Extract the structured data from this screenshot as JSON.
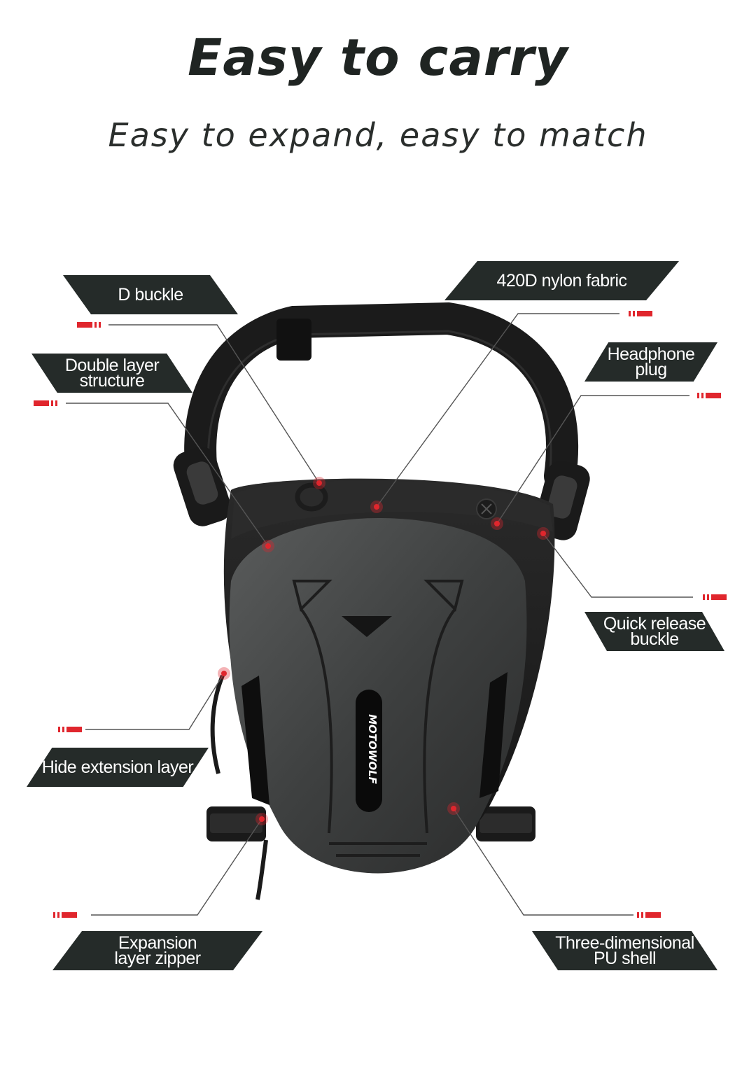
{
  "header": {
    "title": "Easy to carry",
    "subtitle": "Easy to expand, easy to match"
  },
  "product": {
    "brand": "MOTOWOLF"
  },
  "callouts": [
    {
      "id": "d-buckle",
      "lines": [
        "D buckle"
      ]
    },
    {
      "id": "nylon",
      "lines": [
        "420D nylon fabric"
      ]
    },
    {
      "id": "double-layer",
      "lines": [
        "Double layer",
        "structure"
      ]
    },
    {
      "id": "headphone",
      "lines": [
        "Headphone",
        "plug"
      ]
    },
    {
      "id": "quick-release",
      "lines": [
        "Quick release",
        "buckle"
      ]
    },
    {
      "id": "hide-extension",
      "lines": [
        "Hide extension layer"
      ]
    },
    {
      "id": "expansion-zipper",
      "lines": [
        "Expansion",
        "layer zipper"
      ]
    },
    {
      "id": "pu-shell",
      "lines": [
        "Three-dimensional",
        "PU shell"
      ]
    }
  ],
  "colors": {
    "label_bg": "#252b29",
    "accent_red": "#e0262d",
    "title": "#1f2422"
  }
}
